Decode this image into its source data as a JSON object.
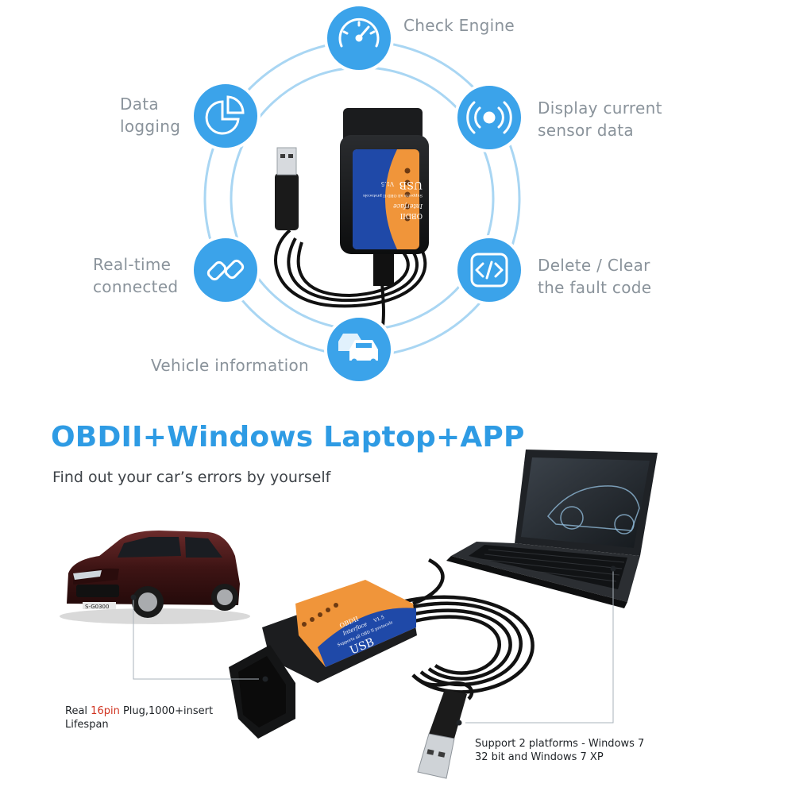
{
  "features": [
    {
      "id": "check-engine",
      "icon": "gauge-icon",
      "lines": [
        "Check Engine"
      ]
    },
    {
      "id": "data-logging",
      "icon": "pie-chart-icon",
      "lines": [
        "Data",
        "logging"
      ]
    },
    {
      "id": "display-sensor",
      "icon": "radar-signal-icon",
      "lines": [
        "Display current",
        "sensor data"
      ]
    },
    {
      "id": "realtime",
      "icon": "link-icon",
      "lines": [
        "Real-time",
        "connected"
      ]
    },
    {
      "id": "delete-clear",
      "icon": "code-icon",
      "lines": [
        "Delete / Clear",
        "the fault code"
      ]
    },
    {
      "id": "vehicle-info",
      "icon": "cars-icon",
      "lines": [
        "Vehicle information"
      ]
    }
  ],
  "adapter_top": {
    "brand": "OBDII",
    "name": "Interface",
    "support": "Supports all OBD II protocols",
    "type": "USB",
    "version": "V1.5"
  },
  "headline": "OBDII+Windows Laptop+APP",
  "subheadline": "Find out your car’s errors by yourself",
  "car_plate": "S-G0300",
  "callout_plug": {
    "pre": "Real ",
    "highlight": "16pin",
    "post": " Plug,1000+insert",
    "line2": "Lifespan"
  },
  "callout_platforms": {
    "line1": "Support 2 platforms - Windows 7",
    "line2": "32 bit and Windows 7 XP"
  },
  "colors": {
    "accent": "#2e9be4",
    "icon_blue": "#3ba3ea",
    "ring": "#a9d6f3",
    "label_grey": "#8a939b",
    "adapter_orange": "#f0953a",
    "adapter_blue": "#1f49a8",
    "highlight_red": "#d0321f"
  }
}
